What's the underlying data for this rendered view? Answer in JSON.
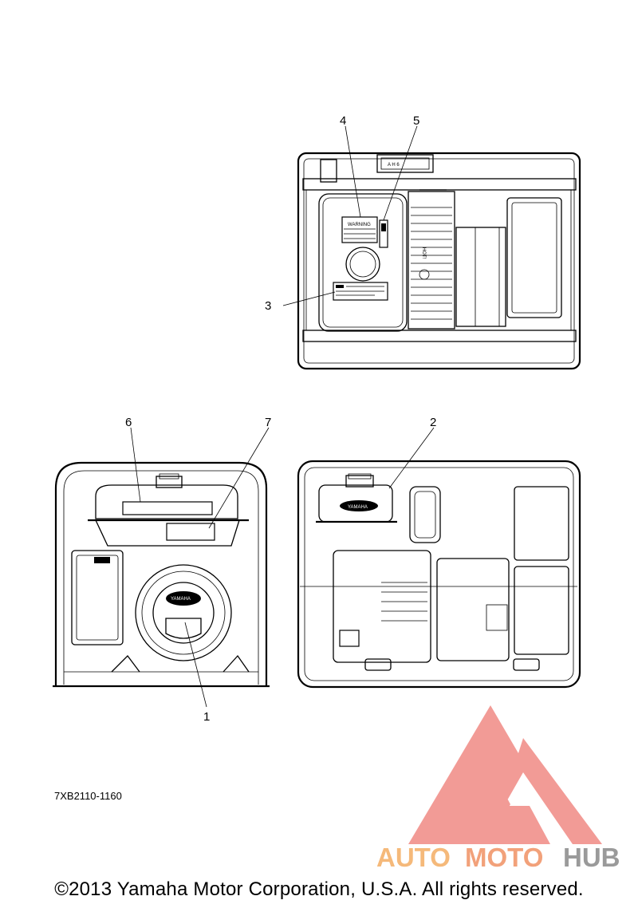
{
  "diagram": {
    "part_code": "7XB2110-1160",
    "callouts": [
      "1",
      "2",
      "3",
      "4",
      "5",
      "6",
      "7"
    ],
    "label_texts": {
      "warning": "WARNING",
      "hot": "HOT!",
      "brand": "YAMAHA"
    }
  },
  "watermark": {
    "text_auto": "AUTO",
    "text_moto": "MOTO",
    "text_hub": "HUB",
    "colors": {
      "logo": "#f08a84",
      "auto": "#f5b97a",
      "moto": "#f2a17a",
      "hub": "#9a9a9a"
    }
  },
  "footer": {
    "copyright": "©2013 Yamaha Motor Corporation, U.S.A. All rights reserved."
  }
}
